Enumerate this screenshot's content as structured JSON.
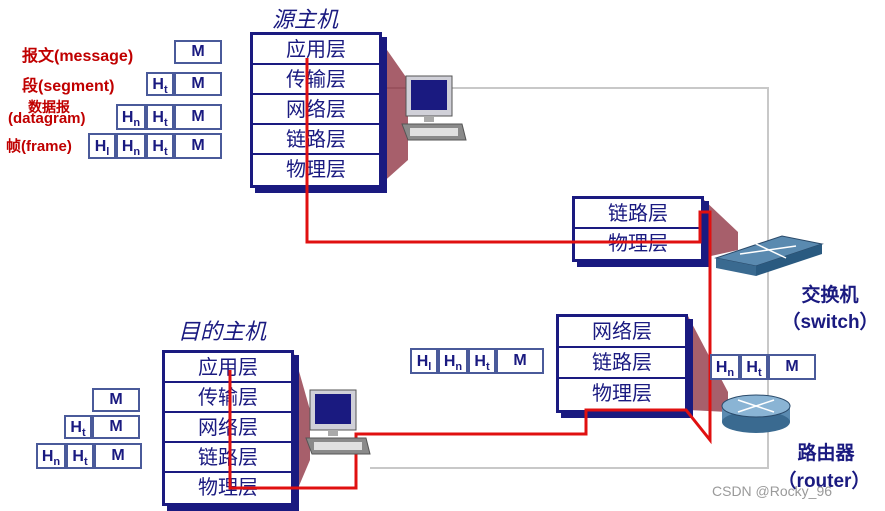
{
  "source_host": {
    "title": "源主机",
    "layers": [
      "应用层",
      "传输层",
      "网络层",
      "链路层",
      "物理层"
    ]
  },
  "dest_host": {
    "title": "目的主机",
    "layers": [
      "应用层",
      "传输层",
      "网络层",
      "链路层",
      "物理层"
    ]
  },
  "switch": {
    "layers": [
      "链路层",
      "物理层"
    ],
    "label_cn": "交换机",
    "label_en": "（switch）"
  },
  "router": {
    "layers": [
      "网络层",
      "链路层",
      "物理层"
    ],
    "label_cn": "路由器",
    "label_en": "（router）"
  },
  "pdu_labels": {
    "message": "报文(message)",
    "segment": "段(segment)",
    "datagram_cn": "数据报",
    "datagram_en": "(datagram)",
    "frame": "帧(frame)"
  },
  "headers": {
    "M": "M",
    "H": "H",
    "t": "t",
    "n": "n",
    "l": "l"
  },
  "watermark": "CSDN @Rocky_96",
  "colors": {
    "layer_border": "#1a1a80",
    "path_line": "#e01010",
    "label_red": "#c00000"
  }
}
